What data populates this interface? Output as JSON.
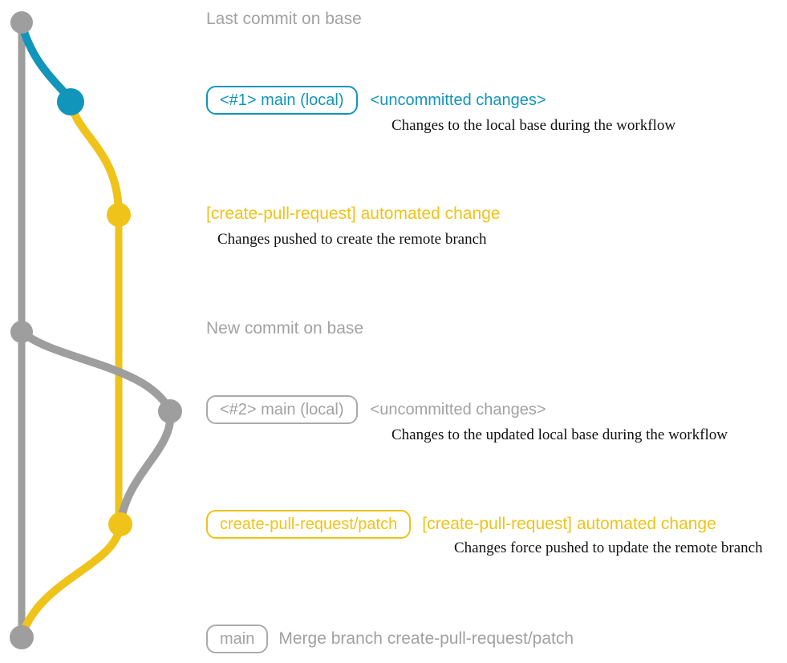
{
  "colors": {
    "gray": "#9E9E9E",
    "text_gray": "#A2A2A2",
    "blue": "#1295BA",
    "yellow": "#EFC319",
    "ink": "#111111"
  },
  "graph": {
    "branches": [
      {
        "name": "base",
        "color": "#9E9E9E"
      },
      {
        "name": "main (local)",
        "color": "#1295BA"
      },
      {
        "name": "create-pull-request/patch",
        "color": "#EFC319"
      }
    ],
    "commit_count": 7
  },
  "rows": {
    "base_tip": {
      "title": "Last commit on base"
    },
    "main1": {
      "badge": "<#1> main (local)",
      "title": "<uncommitted changes>",
      "subtitle": "Changes to the local base during the workflow"
    },
    "push1": {
      "title": "[create-pull-request] automated change",
      "subtitle": "Changes pushed to create the remote branch"
    },
    "base_new": {
      "title": "New commit on base"
    },
    "main2": {
      "badge": "<#2> main (local)",
      "title": "<uncommitted changes>",
      "subtitle": "Changes to the updated local base during the workflow"
    },
    "push2": {
      "badge": "create-pull-request/patch",
      "title": "[create-pull-request] automated change",
      "subtitle": "Changes force pushed to update the remote branch"
    },
    "merge": {
      "badge": "main",
      "title": "Merge branch create-pull-request/patch"
    }
  }
}
